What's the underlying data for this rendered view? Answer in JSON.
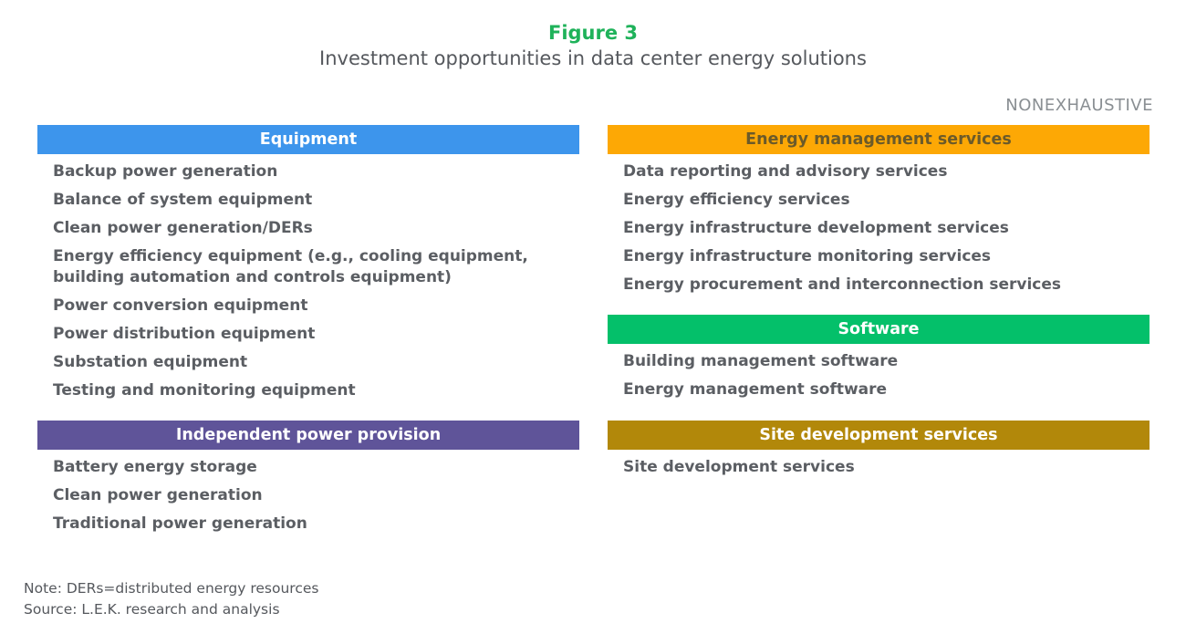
{
  "header": {
    "figure_label": "Figure 3",
    "title": "Investment opportunities in data center energy solutions",
    "tag": "NONEXHAUSTIVE"
  },
  "sections": {
    "equipment": {
      "title": "Equipment",
      "color": "#3d95ec",
      "title_color": "#ffffff",
      "items": [
        "Backup power generation",
        "Balance of system equipment",
        "Clean power generation/DERs",
        "Energy efficiency equipment (e.g., cooling equipment, building automation and controls equipment)",
        "Power conversion equipment",
        "Power distribution equipment",
        "Substation equipment",
        "Testing and monitoring equipment"
      ]
    },
    "independent_power": {
      "title": "Independent power provision",
      "color": "#5f5499",
      "title_color": "#ffffff",
      "items": [
        "Battery energy storage",
        "Clean power generation",
        "Traditional power generation"
      ]
    },
    "energy_management": {
      "title": "Energy management services",
      "color": "#fda805",
      "title_color": "#6b5a2a",
      "items": [
        "Data reporting and advisory services",
        "Energy efficiency services",
        "Energy infrastructure development services",
        "Energy infrastructure monitoring services",
        "Energy procurement and interconnection services"
      ]
    },
    "software": {
      "title": "Software",
      "color": "#04c06a",
      "title_color": "#ffffff",
      "items": [
        "Building management software",
        "Energy management software"
      ]
    },
    "site_development": {
      "title": "Site development services",
      "color": "#b2880a",
      "title_color": "#ffffff",
      "items": [
        "Site development services"
      ]
    }
  },
  "footer": {
    "note": "Note: DERs=distributed energy resources",
    "source": "Source: L.E.K. research and analysis"
  }
}
